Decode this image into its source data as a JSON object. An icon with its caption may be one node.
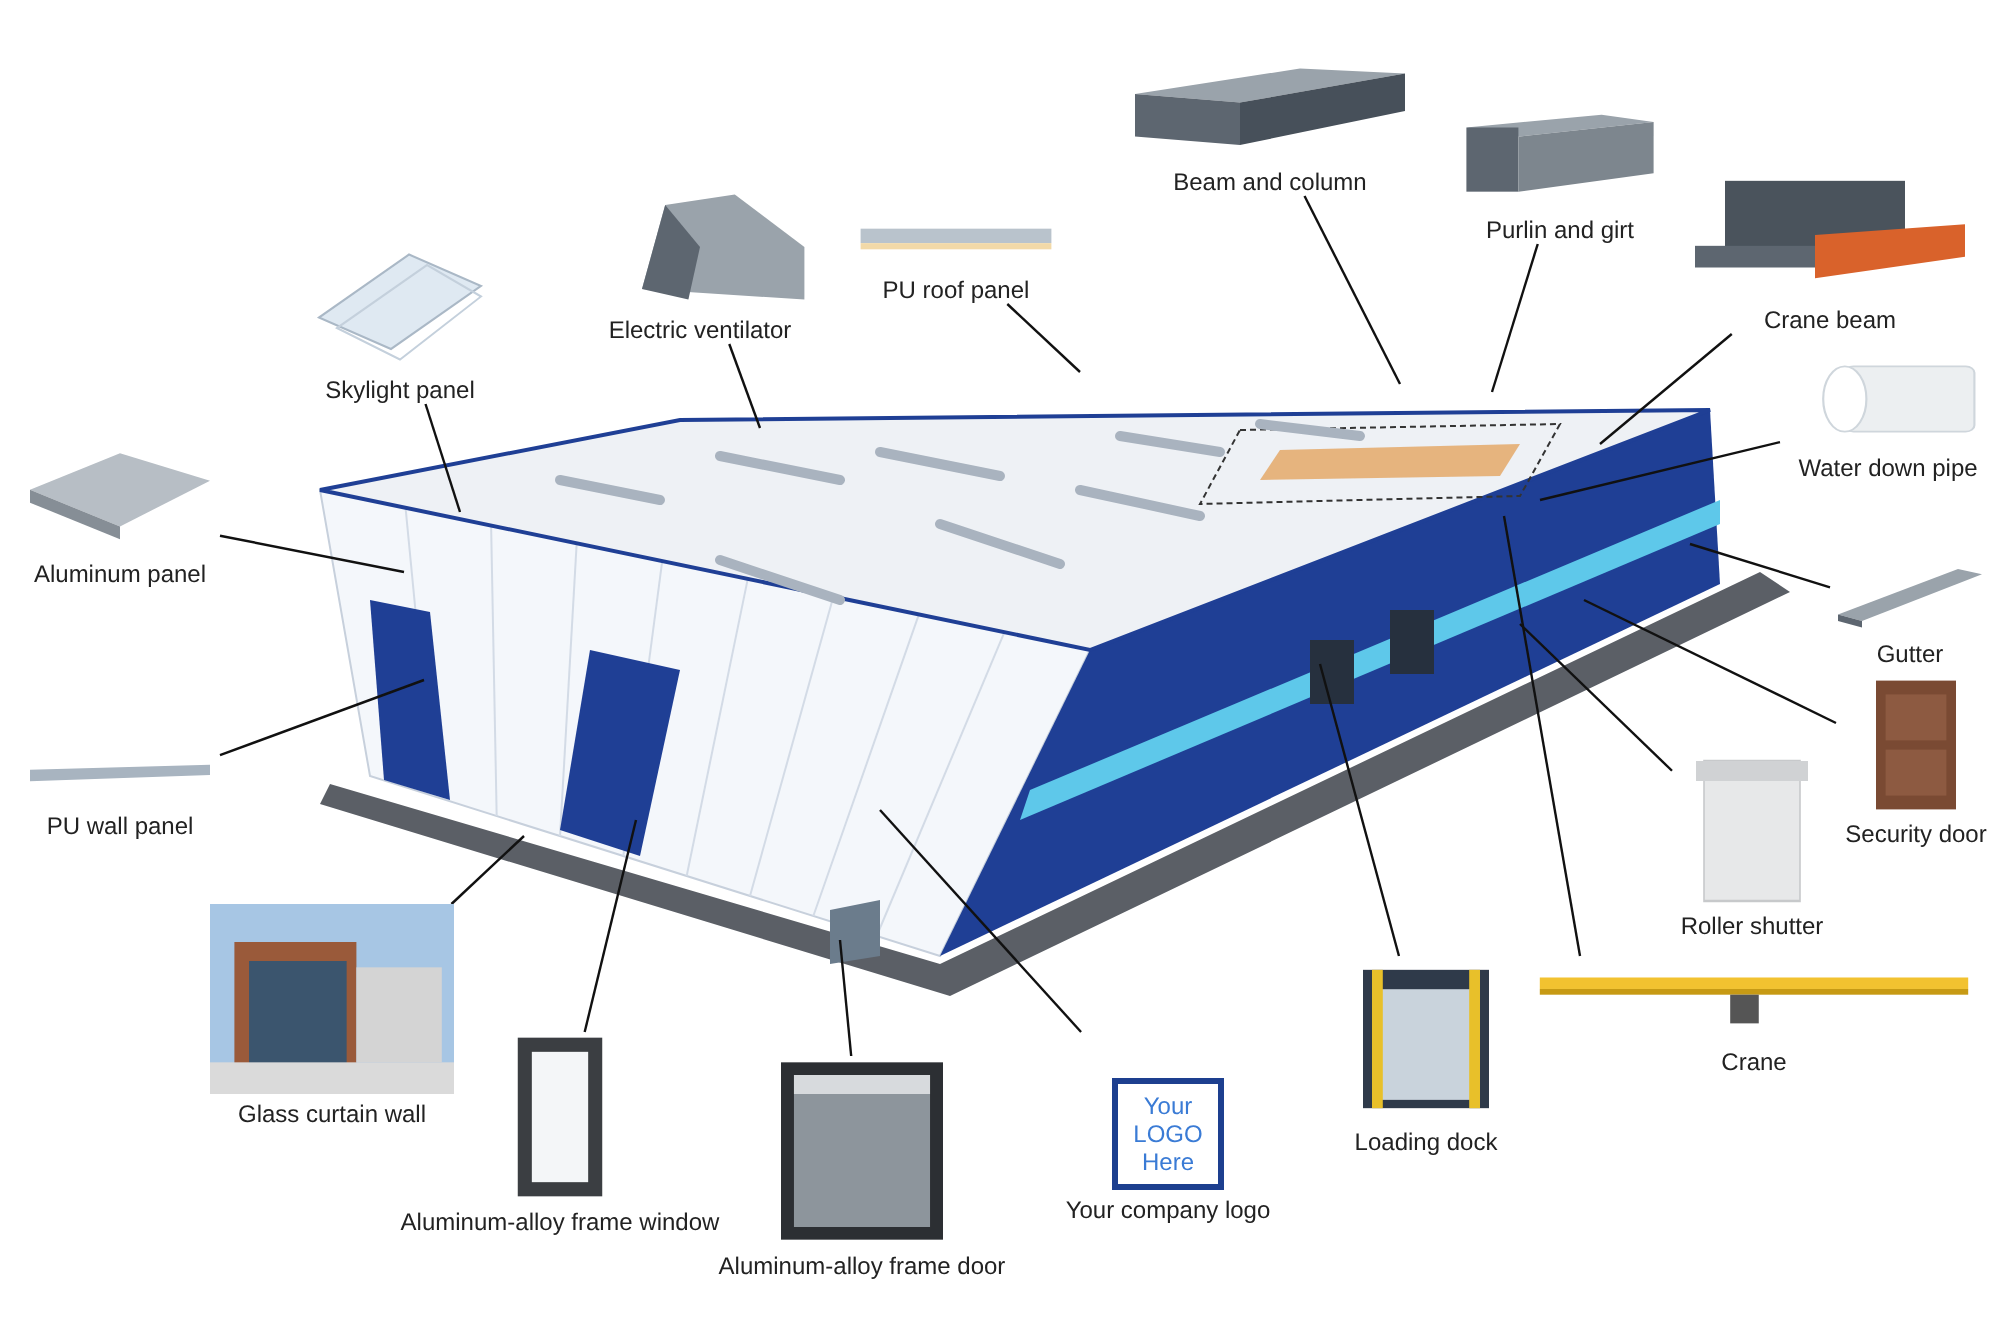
{
  "diagram": {
    "nodes": [
      {
        "text": [
          "Beam and column"
        ]
      },
      {
        "text": [
          "Purlin and girt"
        ]
      },
      {
        "text": [
          "Crane beam"
        ]
      },
      {
        "text": [
          "Skylight panel"
        ]
      },
      {
        "text": [
          "Electric ventilator"
        ]
      },
      {
        "text": [
          "PU roof panel"
        ]
      },
      {
        "text": [
          "Water down pipe"
        ]
      },
      {
        "text": [
          "Aluminum panel"
        ]
      },
      {
        "text": [
          "Gutter"
        ]
      },
      {
        "text": [
          "PU wall panel"
        ]
      },
      {
        "text": [
          "Security door"
        ]
      },
      {
        "text": [
          "Roller shutter"
        ]
      },
      {
        "text": [
          "Glass curtain wall"
        ]
      },
      {
        "text": [
          "Crane"
        ]
      },
      {
        "text": [
          "Loading dock"
        ]
      },
      {
        "text": [
          "Your LOGO Here",
          "Your company logo"
        ]
      },
      {
        "text": [
          "Aluminum-alloy frame window"
        ]
      },
      {
        "text": [
          "Aluminum-alloy frame door"
        ]
      }
    ],
    "edges": [
      {
        "from": 0,
        "to": null,
        "arrow": "none"
      },
      {
        "from": 1,
        "to": null,
        "arrow": "none"
      },
      {
        "from": 2,
        "to": null,
        "arrow": "none"
      },
      {
        "from": 3,
        "to": null,
        "arrow": "none"
      },
      {
        "from": 4,
        "to": null,
        "arrow": "none"
      },
      {
        "from": 5,
        "to": null,
        "arrow": "none"
      },
      {
        "from": 6,
        "to": null,
        "arrow": "none"
      },
      {
        "from": 7,
        "to": null,
        "arrow": "none"
      },
      {
        "from": 8,
        "to": null,
        "arrow": "none"
      },
      {
        "from": 9,
        "to": null,
        "arrow": "none"
      },
      {
        "from": 10,
        "to": null,
        "arrow": "none"
      },
      {
        "from": 11,
        "to": null,
        "arrow": "none"
      },
      {
        "from": 12,
        "to": null,
        "arrow": "none"
      },
      {
        "from": 13,
        "to": null,
        "arrow": "none"
      },
      {
        "from": 14,
        "to": null,
        "arrow": "none"
      },
      {
        "from": 15,
        "to": null,
        "arrow": "none"
      },
      {
        "from": 16,
        "to": null,
        "arrow": "none"
      },
      {
        "from": 17,
        "to": null,
        "arrow": "none"
      }
    ]
  }
}
